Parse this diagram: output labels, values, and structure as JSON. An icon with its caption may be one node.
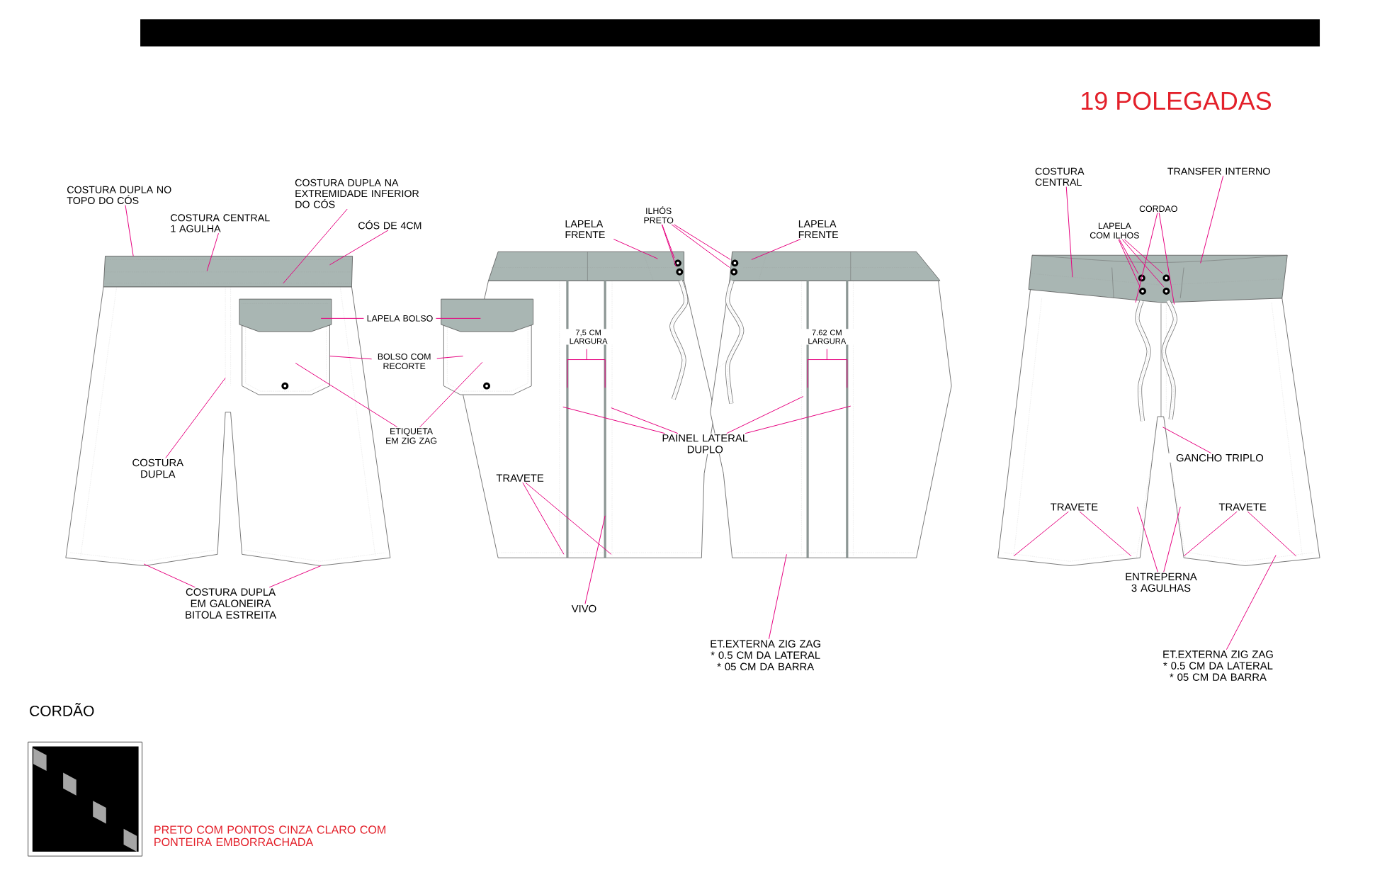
{
  "diagram": {
    "title": "19 POLEGADAS",
    "nodes": [
      {
        "text": [],
        "shape": "picture"
      },
      {
        "text": [],
        "shape": "picture"
      },
      {
        "text": [],
        "shape": "picture"
      },
      {
        "text": [
          "COSTURA DUPLA NO TOPO DO CÓS"
        ]
      },
      {
        "text": [
          "COSTURA CENTRAL 1 AGULHA"
        ]
      },
      {
        "text": [
          "COSTURA DUPLA NA EXTREMIDADE INFERIOR DO CÓS"
        ]
      },
      {
        "text": [
          "CÓS DE 4CM"
        ]
      },
      {
        "text": [
          "LAPELA BOLSO"
        ]
      },
      {
        "text": [
          "BOLSO COM RECORTE"
        ]
      },
      {
        "text": [
          "ETIQUETA EM ZIG ZAG"
        ]
      },
      {
        "text": [
          "COSTURA DUPLA"
        ],
        "in": 0
      },
      {
        "text": [
          "COSTURA DUPLA EM GALONEIRA BITOLA ESTREITA"
        ]
      },
      {
        "text": [
          "LAPELA FRENTE"
        ]
      },
      {
        "text": [
          "ILHÓS PRETO"
        ]
      },
      {
        "text": [
          "LAPELA FRENTE"
        ]
      },
      {
        "text": [
          "PAINEL LATERAL DUPLO"
        ],
        "in": 1
      },
      {
        "text": [
          "TRAVETE"
        ],
        "in": 1
      },
      {
        "text": [
          "VIVO"
        ]
      },
      {
        "text": [
          "ET.EXTERNA ZIG ZAG * 0.5 CM DA LATERAL * 05 CM DA BARRA"
        ]
      },
      {
        "text": [
          "COSTURA CENTRAL"
        ]
      },
      {
        "text": [
          "TRANSFER INTERNO"
        ]
      },
      {
        "text": [
          "CORDAO"
        ]
      },
      {
        "text": [
          "LAPELA COM ILHOS"
        ]
      },
      {
        "text": [
          "GANCHO TRIPLO"
        ],
        "in": 2
      },
      {
        "text": [
          "TRAVETE"
        ],
        "in": 2
      },
      {
        "text": [
          "TRAVETE"
        ],
        "in": 2
      },
      {
        "text": [
          "ENTREPERNA 3 AGULHAS"
        ]
      },
      {
        "text": [
          "ET.EXTERNA ZIG ZAG * 0.5 CM DA LATERAL * 05 CM DA BARRA"
        ]
      },
      {
        "text": [],
        "shape": "circle",
        "in": 1
      },
      {
        "text": [],
        "shape": "circle",
        "in": 1
      },
      {
        "text": [],
        "shape": "circle",
        "in": 1
      },
      {
        "text": [],
        "shape": "circle",
        "in": 1
      },
      {
        "text": [],
        "shape": "circle"
      },
      {
        "text": [],
        "shape": "circle",
        "in": 2
      },
      {
        "text": [],
        "shape": "circle"
      },
      {
        "text": [],
        "shape": "circle",
        "in": 2
      }
    ],
    "edges": [
      {
        "from": 3,
        "to": 0,
        "arrow": "none"
      },
      {
        "from": 4,
        "to": 0,
        "arrow": "none"
      },
      {
        "from": 5,
        "to": 0,
        "arrow": "none"
      },
      {
        "from": 6,
        "to": 0,
        "arrow": "none"
      },
      {
        "from": 7,
        "to": 0,
        "arrow": "none"
      },
      {
        "from": 7,
        "to": 1,
        "arrow": "none"
      },
      {
        "from": 8,
        "to": 0,
        "arrow": "none"
      },
      {
        "from": 8,
        "to": 1,
        "arrow": "none"
      },
      {
        "from": 9,
        "to": 0,
        "arrow": "none"
      },
      {
        "from": 9,
        "to": 1,
        "arrow": "none"
      },
      {
        "from": 10,
        "to": 0,
        "arrow": "none"
      },
      {
        "from": 11,
        "to": 0,
        "arrow": "none"
      },
      {
        "from": 11,
        "to": 0,
        "arrow": "none"
      },
      {
        "from": 12,
        "to": 1,
        "arrow": "none"
      },
      {
        "from": 13,
        "to": 28,
        "arrow": "none"
      },
      {
        "from": 13,
        "to": 29,
        "arrow": "none"
      },
      {
        "from": 13,
        "to": 30,
        "arrow": "none"
      },
      {
        "from": 13,
        "to": 31,
        "arrow": "none"
      },
      {
        "from": 14,
        "to": 1,
        "arrow": "none"
      },
      {
        "from": 15,
        "to": 1,
        "arrow": "none"
      },
      {
        "from": 15,
        "to": 1,
        "arrow": "none"
      },
      {
        "from": 15,
        "to": 1,
        "arrow": "none"
      },
      {
        "from": 15,
        "to": 1,
        "arrow": "none"
      },
      {
        "from": 16,
        "to": 1,
        "arrow": "none"
      },
      {
        "from": 16,
        "to": 1,
        "arrow": "none"
      },
      {
        "from": 17,
        "to": 1,
        "arrow": "none"
      },
      {
        "from": 18,
        "to": 1,
        "arrow": "none"
      },
      {
        "from": 19,
        "to": 2,
        "arrow": "none"
      },
      {
        "from": 20,
        "to": 2,
        "arrow": "none"
      },
      {
        "from": 21,
        "to": 2,
        "arrow": "none"
      },
      {
        "from": 21,
        "to": 2,
        "arrow": "none"
      },
      {
        "from": 22,
        "to": 32,
        "arrow": "none"
      },
      {
        "from": 22,
        "to": 33,
        "arrow": "none"
      },
      {
        "from": 22,
        "to": 34,
        "arrow": "none"
      },
      {
        "from": 22,
        "to": 35,
        "arrow": "none"
      },
      {
        "from": 23,
        "to": 2,
        "arrow": "none"
      },
      {
        "from": 24,
        "to": 2,
        "arrow": "none"
      },
      {
        "from": 24,
        "to": 2,
        "arrow": "none"
      },
      {
        "from": 25,
        "to": 2,
        "arrow": "none"
      },
      {
        "from": 25,
        "to": 2,
        "arrow": "none"
      },
      {
        "from": 26,
        "to": 2,
        "arrow": "none"
      },
      {
        "from": 26,
        "to": 2,
        "arrow": "none"
      },
      {
        "from": 27,
        "to": 2,
        "arrow": "none"
      }
    ],
    "labels": [
      "7,5 CM LARGURA",
      "7.62 CM LARGURA",
      "CORDÃO",
      "PRETO COM PONTOS CINZA CLARO COM PONTEIRA EMBORRACHADA"
    ]
  }
}
